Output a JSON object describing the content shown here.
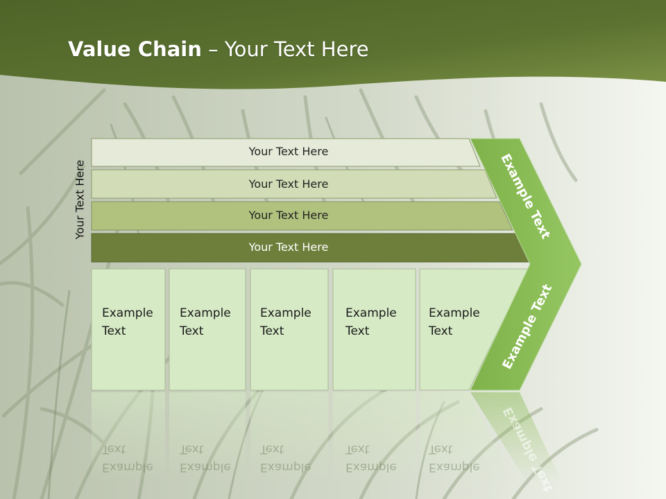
{
  "slide": {
    "title_bold": "Value Chain",
    "title_rest": " – Your Text Here",
    "side_label": "Your Text Here"
  },
  "bars": [
    {
      "label": "Your Text Here",
      "fill": "#e6ead9"
    },
    {
      "label": "Your Text Here",
      "fill": "#d2dcb6"
    },
    {
      "label": "Your Text Here",
      "fill": "#b1c27e"
    },
    {
      "label": "Your Text Here",
      "fill": "#6e7f3c"
    }
  ],
  "boxes": [
    {
      "text": "Example\nText"
    },
    {
      "text": "Example\nText"
    },
    {
      "text": "Example\nText"
    },
    {
      "text": "Example\nText"
    },
    {
      "text": "Example\nText"
    }
  ],
  "chevron": {
    "upper_text": "Example Text",
    "lower_text": "Example Text",
    "color": "#8cbd57"
  },
  "colors": {
    "header": "#566b2f",
    "box_fill": "#d6eac5",
    "box_border": "#a9b996"
  }
}
